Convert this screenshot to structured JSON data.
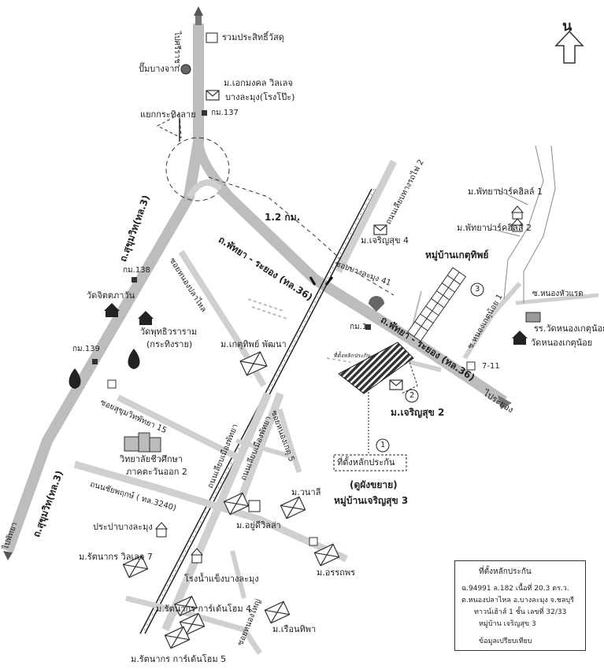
{
  "north_label": "น",
  "roads": {
    "sukhumvit_upper": "ถ.สุขุมวิท(ทล.3)",
    "sukhumvit_lower": "ถ.สุขุมวิท(ทล.3)",
    "pattaya_rayong_upper": "ถ.พัทยา - ระยอง (ทล.36)",
    "pattaya_rayong_lower": "ถ.พัทยา - ระยอง (ทล.36)",
    "rail_upper": "ถนนเลียบทางรถไฟ 2",
    "rail_lower_a": "ถนนเลียบเมืองพัทยา",
    "rail_lower_b": "ถนนเลียบเมืองพัทยา",
    "soi_nong_pla_lai": "ซอยหนองปลาไหล",
    "soi_bang_lamung_41": "ซอยบางละมุง 41",
    "soi_sukhumvit_pattaya_15": "ซอยสุขุมวิทพัทยา 15",
    "chaiyaphruek": "ถนนชัยพฤกษ์ ( ทล.3240)",
    "soi_nong_ket_5": "ซอยหนองเกตุ 5",
    "soi_nong_ket_noi_1": "ซ.หนองเกตุน้อย 1",
    "soi_nong_hua_laet": "ซ.หนองหัวแรด",
    "soi_nong_yai": "ซอยหนองใหญ่",
    "to_si_racha": "ไปศรีราชา",
    "to_pattaya": "ไปพัทยา",
    "to_rayong": "ไประยอง",
    "distance": "1.2 กม."
  },
  "places": {
    "ruam_prasit": "รวมประสิทธิ์วัสดุ",
    "pump_bang_chak": "ปั๊มบางจาก",
    "ekmongkol": "ม.เอกมงคล วิลเลจ",
    "ekmongkol_sub": "บางละมุง(โรงโป๊ะ)",
    "km137": "กม.137",
    "km138": "กม.138",
    "km139": "กม.139",
    "km1": "กม.1",
    "krathing_lai": "แยกกระทิงลาย",
    "wat_chit": "วัดจิตตภาวัน",
    "wat_phut_1": "วัดพุทธิวราราม",
    "wat_phut_2": "(กระทิงราย)",
    "ket_pattana": "ม.เกตุทิพย์ พัฒนา",
    "charoensuk4": "ม.เจริญสุข 4",
    "charoensuk2": "ม.เจริญสุข 2",
    "ket_village": "หมู่บ้านเกตุทิพย์",
    "pattaya_park1": "ม.พัทยาปาร์คฮิลล์ 1",
    "pattaya_park2": "ม.พัทยาปาร์คฮิลล์ 2",
    "school": "รร.วัดหนองเกตุน้อย",
    "wat_nong_ket": "วัดหนองเกตุน้อย",
    "seven_eleven": "7-11",
    "college_1": "วิทยาลัยชีวศึกษา",
    "college_2": "ภาคตะวันออก 2",
    "waterworks": "ประปาบางละมุง",
    "ice_factory": "โรงน้ำแข็งบางละมุง",
    "wanalee": "ม.วนาลี",
    "yuthi_villa": "ม.อยู่ดีวิลล่า",
    "orathorn": "ม.อรรถพร",
    "rattanakorn_village7": "ม.รัตนากร วิลเลจ 7",
    "rattanakorn_home4": "ม.รัตนากร การ์เด้นโฮม 4",
    "rattanakorn_home5": "ม.รัตนากร การ์เด้นโฮม 5",
    "ruen_nipha": "ม.เรือนทิพา",
    "site_label": "ที่ตั้งหลักประกัน",
    "site_sub": "(ดูผังขยาย)",
    "charoensuk3": "หมู่บ้านเจริญสุข 3",
    "marker1": "1",
    "marker2": "2",
    "marker3": "3",
    "tiny_site": "ที่ตั้งหลักประกัน"
  },
  "legend": {
    "title": "ที่ตั้งหลักประกัน",
    "line1": "ฉ.94991 ล.182 เนื้อที่ 20.3 ตร.ว.",
    "line2": "ต.หนองปลาไหล อ.บางละมุง จ.ชลบุรี",
    "line3": "ทาวน์เฮ้าส์ 1 ชั้น เลขที่ 32/33",
    "line4": "หมู่บ้าน เจริญสุข 3",
    "line5": "ข้อมูลเปรียบเทียบ"
  },
  "colors": {
    "road": "#bdbdbd",
    "road_edge": "#8a8a8a",
    "rail": "#222222",
    "ink": "#222222"
  }
}
